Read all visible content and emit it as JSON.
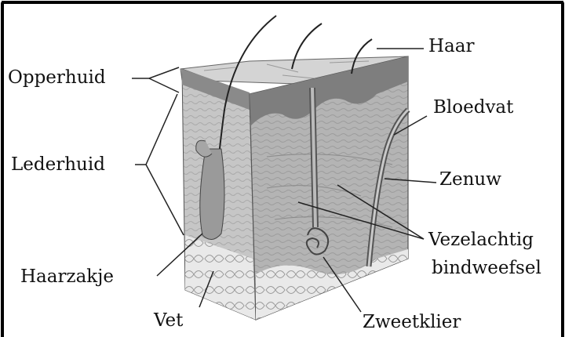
{
  "diagram": {
    "labels": {
      "opperhuid": "Opperhuid",
      "lederhuid": "Lederhuid",
      "haarzakje": "Haarzakje",
      "vet": "Vet",
      "haar": "Haar",
      "bloedvat": "Bloedvat",
      "zenuw": "Zenuw",
      "vezelachtig": "Vezelachtig",
      "bindweefsel": "bindweefsel",
      "zweetklier": "Zweetklier"
    }
  },
  "colors": {
    "ink": "#111111",
    "frame": "#000000",
    "epidermis": "#8f8f8f",
    "dermis": "#b8b8b8",
    "fat": "#e6e6e6",
    "top_surface": "#cfcfcf"
  }
}
